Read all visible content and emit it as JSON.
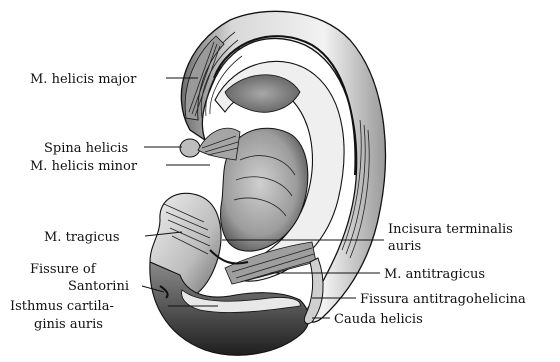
{
  "labels": {
    "helicis_major": "M. helicis major",
    "spina_helicis": "Spina helicis",
    "helicis_minor": "M. helicis minor",
    "tragicus": "M. tragicus",
    "fissure_santorini_1": "Fissure of",
    "fissure_santorini_2": "Santorini",
    "isthmus_1": "Isthmus cartila-",
    "isthmus_2": "ginis auris",
    "incisura_1": "Incisura terminalis",
    "incisura_2": "auris",
    "antitragicus": "M. antitragicus",
    "fissura": "Fissura antitragohelicina",
    "cauda": "Cauda helicis"
  },
  "colors": {
    "ink": "#111111",
    "cartilage_light": "#f4f4f4",
    "cartilage_mid": "#cfcfcf",
    "cartilage_dark": "#8e8e8e",
    "shadow": "#2a2a2a"
  }
}
